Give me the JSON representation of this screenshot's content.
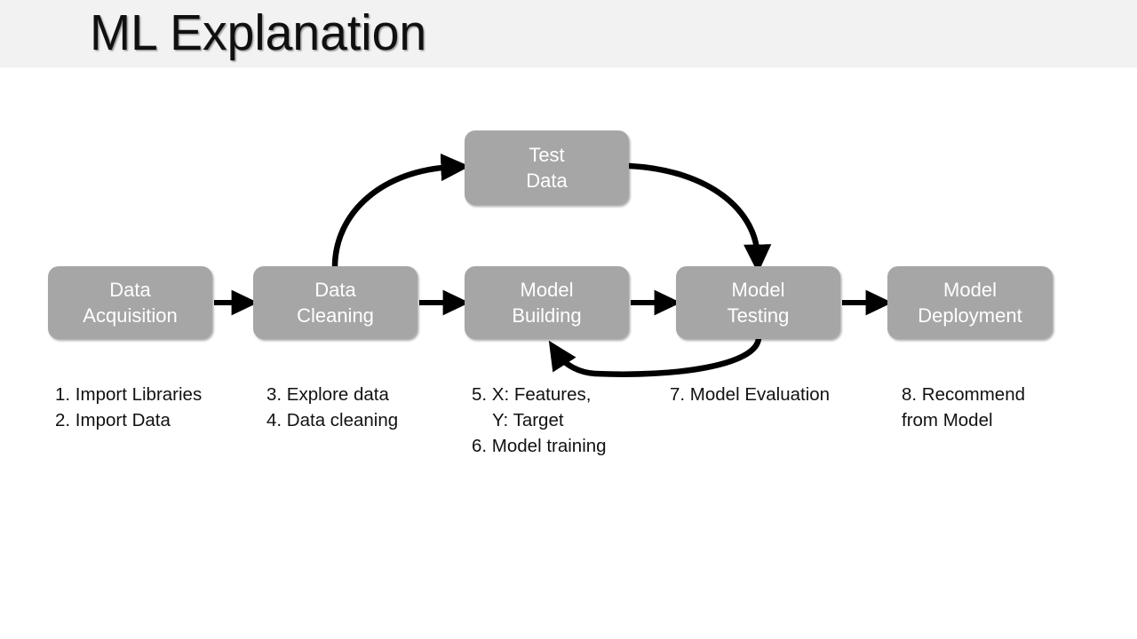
{
  "slide": {
    "title": "ML Explanation",
    "background_color": "#FFFFFF",
    "header_band_color": "#F2F2F2",
    "box_fill_color": "#A6A6A6",
    "box_text_color": "#FFFFFF",
    "arrow_color": "#000000"
  },
  "diagram": {
    "type": "flowchart",
    "boxes": [
      {
        "id": "test-data",
        "line1": "Test",
        "line2": "Data"
      },
      {
        "id": "acquisition",
        "line1": "Data",
        "line2": "Acquisition"
      },
      {
        "id": "cleaning",
        "line1": "Data",
        "line2": "Cleaning"
      },
      {
        "id": "building",
        "line1": "Model",
        "line2": "Building"
      },
      {
        "id": "testing",
        "line1": "Model",
        "line2": "Testing"
      },
      {
        "id": "deployment",
        "line1": "Model",
        "line2": "Deployment"
      }
    ],
    "connections": [
      {
        "from": "acquisition",
        "to": "cleaning",
        "style": "straight"
      },
      {
        "from": "cleaning",
        "to": "building",
        "style": "straight"
      },
      {
        "from": "building",
        "to": "testing",
        "style": "straight"
      },
      {
        "from": "testing",
        "to": "deployment",
        "style": "straight"
      },
      {
        "from": "cleaning",
        "to": "test-data",
        "style": "curved"
      },
      {
        "from": "test-data",
        "to": "testing",
        "style": "curved"
      },
      {
        "from": "testing",
        "to": "building",
        "style": "curved-feedback"
      }
    ]
  },
  "captions": {
    "col1": [
      {
        "text": "1. Import Libraries",
        "indented": false
      },
      {
        "text": "2. Import Data",
        "indented": false
      }
    ],
    "col2": [
      {
        "text": "3. Explore data",
        "indented": false
      },
      {
        "text": "4. Data cleaning",
        "indented": false
      }
    ],
    "col3": [
      {
        "text": "5. X: Features,",
        "indented": false
      },
      {
        "text": "Y: Target",
        "indented": true
      },
      {
        "text": "6. Model training",
        "indented": false
      }
    ],
    "col4": [
      {
        "text": "7. Model Evaluation",
        "indented": false
      }
    ],
    "col5": [
      {
        "text": "8. Recommend",
        "indented": false
      },
      {
        "text": "from Model",
        "indented": false
      }
    ]
  }
}
